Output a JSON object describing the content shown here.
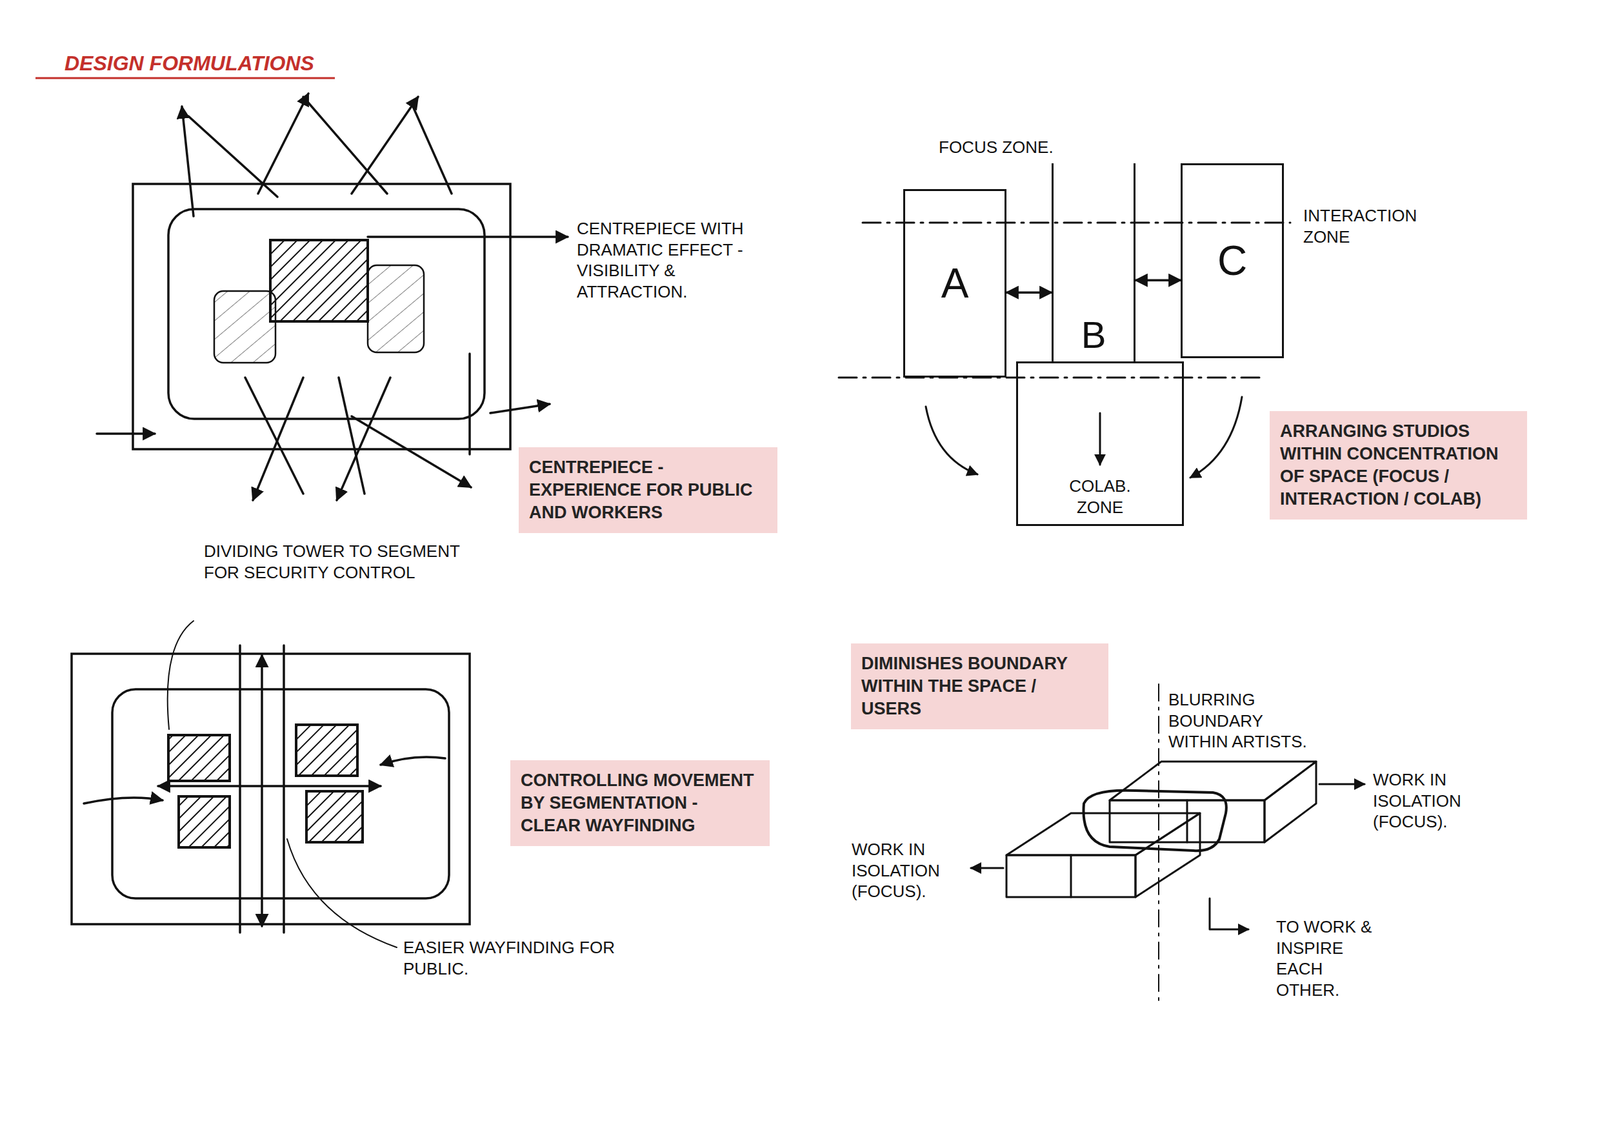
{
  "diagram": {
    "title": "DESIGN FORMULATIONS",
    "nodes": [
      {
        "text": [
          "CENTREPIECE - EXPERIENCE FOR PUBLIC AND WORKERS"
        ]
      },
      {
        "text": [
          "A"
        ]
      },
      {
        "text": [
          "B"
        ]
      },
      {
        "text": [
          "C"
        ]
      },
      {
        "text": [
          "COLAB. ZONE"
        ]
      },
      {
        "text": [
          "ARRANGING STUDIOS WITHIN CONCENTRATION OF SPACE (FOCUS / INTERACTION / COLAB)"
        ]
      },
      {
        "text": [
          "CONTROLLING MOVEMENT BY SEGMENTATION - CLEAR WAYFINDING"
        ]
      },
      {
        "text": [
          "DIMINISHES BOUNDARY WITHIN THE SPACE / USERS"
        ]
      }
    ],
    "edges": [
      {
        "from": 1,
        "to": 2,
        "arrow": "both"
      },
      {
        "from": 2,
        "to": 3,
        "arrow": "both"
      }
    ],
    "labels": [
      "CENTREPIECE WITH DRAMATIC EFFECT -VISIBILITY & ATTRACTION.",
      "FOCUS ZONE.",
      "INTERACTION ZONE",
      "DIVIDING TOWER TO SEGMENT FOR SECURITY CONTROL",
      "EASIER WAYFINDING FOR PUBLIC.",
      "BLURRING BOUNDARY WITHIN ARTISTS.",
      "WORK IN ISOLATION (FOCUS).",
      "WORK IN ISOLATION (FOCUS).",
      "TO WORK & INSPIRE EACH OTHER."
    ]
  }
}
